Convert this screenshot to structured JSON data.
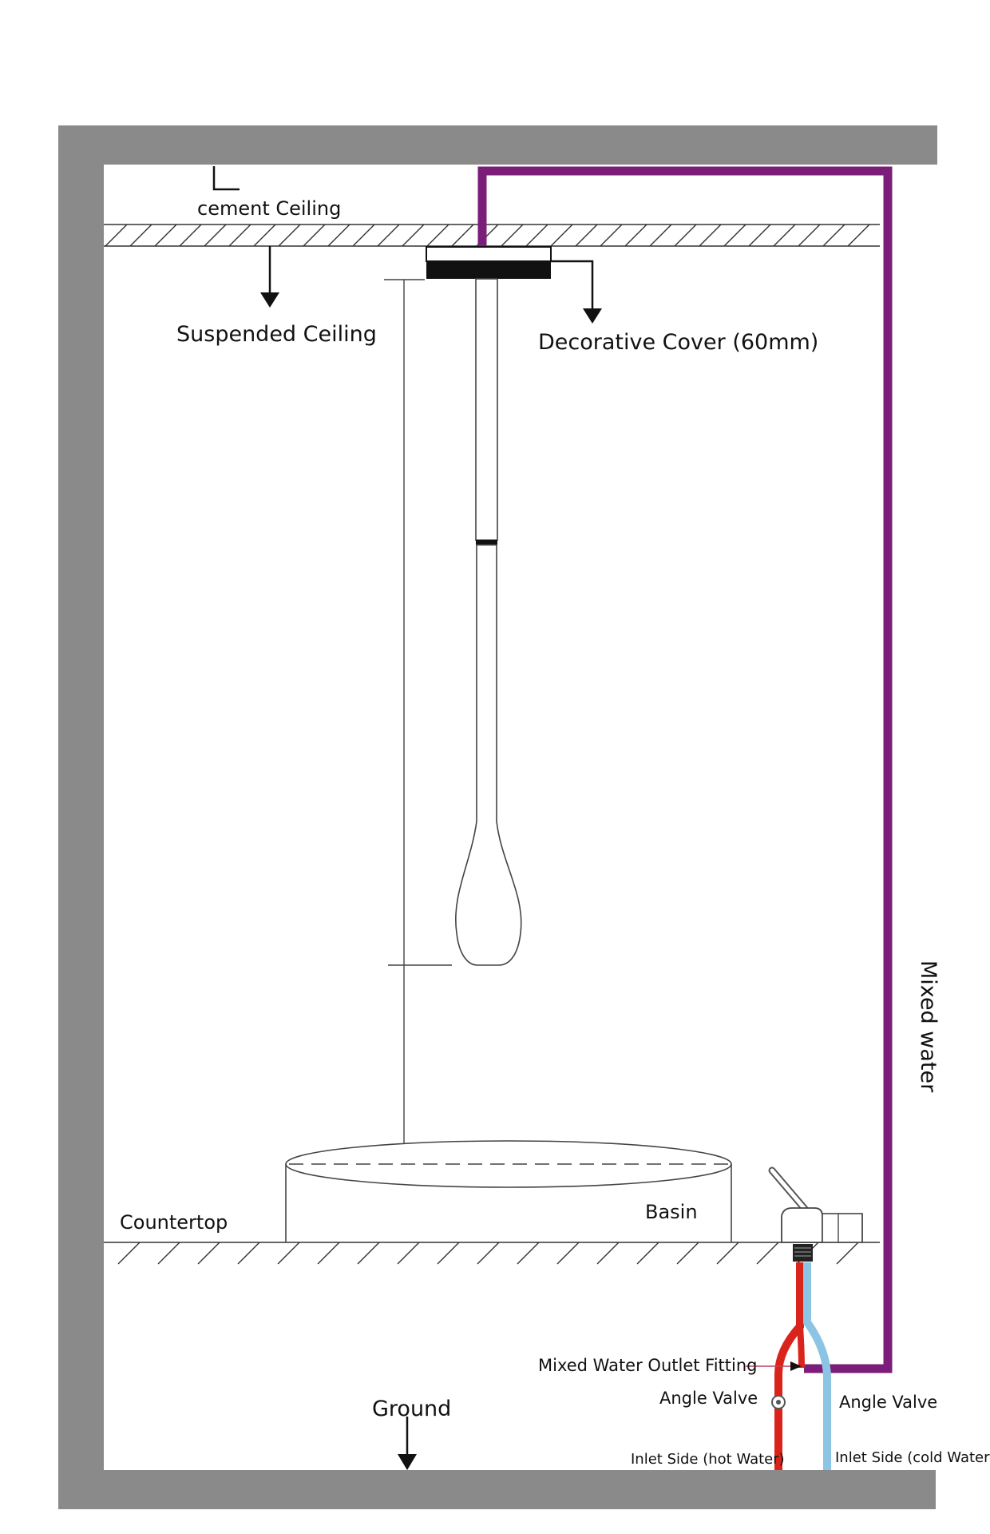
{
  "diagram": {
    "labels": {
      "cement_ceiling": "cement Ceiling",
      "suspended_ceiling": "Suspended Ceiling",
      "decorative_cover": "Decorative Cover (60mm)",
      "mixed_water": "Mixed water",
      "countertop": "Countertop",
      "basin": "Basin",
      "mixed_water_outlet_fitting": "Mixed Water Outlet Fitting",
      "angle_valve_left": "Angle Valve",
      "angle_valve_right": "Angle Valve",
      "ground": "Ground",
      "inlet_hot": "Inlet Side (hot Water)",
      "inlet_cold": "Inlet Side (cold Water)"
    },
    "colors": {
      "wall": "#8a8a8a",
      "mixed_pipe": "#7b1e7a",
      "hot_pipe": "#d9241c",
      "cold_pipe": "#8cc4e4",
      "line": "#333333"
    }
  }
}
